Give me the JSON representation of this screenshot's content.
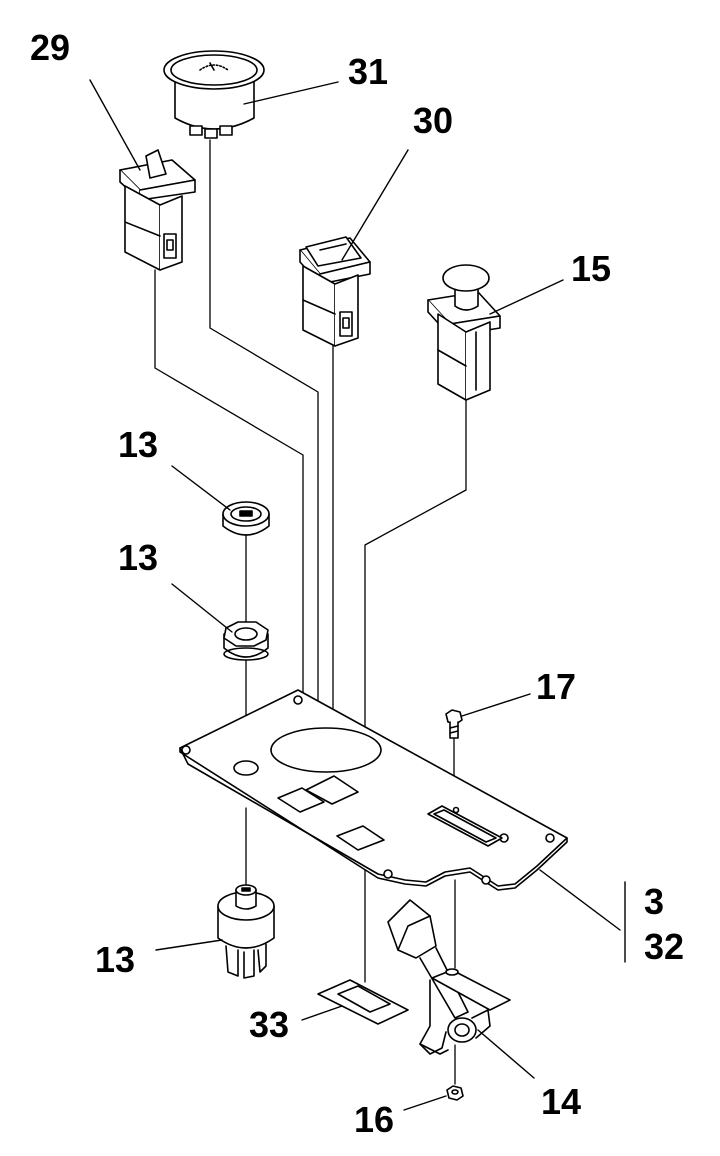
{
  "diagram": {
    "type": "exploded-parts-diagram",
    "line_color": "#000000",
    "fill_color": "#ffffff",
    "parts": [
      {
        "id": "toggle-switch",
        "callout": "29"
      },
      {
        "id": "gauge",
        "callout": "31"
      },
      {
        "id": "rocker-switch",
        "callout": "30"
      },
      {
        "id": "push-button-switch",
        "callout": "15"
      },
      {
        "id": "ignition-key-cap",
        "callout": "13"
      },
      {
        "id": "ignition-nut",
        "callout": "13"
      },
      {
        "id": "ignition-switch",
        "callout": "13"
      },
      {
        "id": "screw",
        "callout": "17"
      },
      {
        "id": "panel-plate",
        "callout": "3",
        "alt_callout": "32"
      },
      {
        "id": "gasket",
        "callout": "33"
      },
      {
        "id": "throttle-lever",
        "callout": "14"
      },
      {
        "id": "nut",
        "callout": "16"
      }
    ]
  }
}
